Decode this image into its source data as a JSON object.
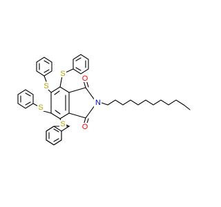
{
  "molecule": {
    "atom_labels": {
      "sulfur": "S",
      "oxygen": "O",
      "nitrogen": "N"
    },
    "colors": {
      "sulfur": "#B5A300",
      "oxygen": "#FF0000",
      "nitrogen": "#0000FF",
      "bond": "#000000",
      "background": "#FFFFFF"
    }
  }
}
